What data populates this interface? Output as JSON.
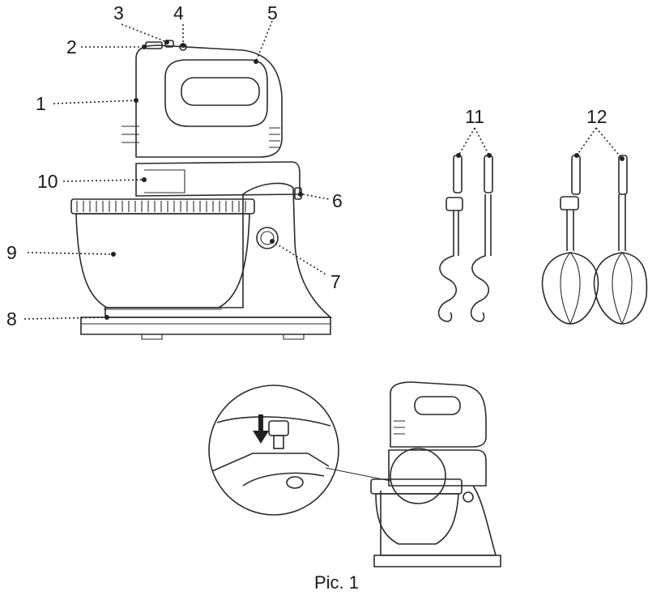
{
  "caption": "Pic. 1",
  "callouts": [
    {
      "id": "1",
      "text": "1"
    },
    {
      "id": "2",
      "text": "2"
    },
    {
      "id": "3",
      "text": "3"
    },
    {
      "id": "4",
      "text": "4"
    },
    {
      "id": "5",
      "text": "5"
    },
    {
      "id": "6",
      "text": "6"
    },
    {
      "id": "7",
      "text": "7"
    },
    {
      "id": "8",
      "text": "8"
    },
    {
      "id": "9",
      "text": "9"
    },
    {
      "id": "10",
      "text": "10"
    },
    {
      "id": "11",
      "text": "11"
    },
    {
      "id": "12",
      "text": "12"
    }
  ]
}
